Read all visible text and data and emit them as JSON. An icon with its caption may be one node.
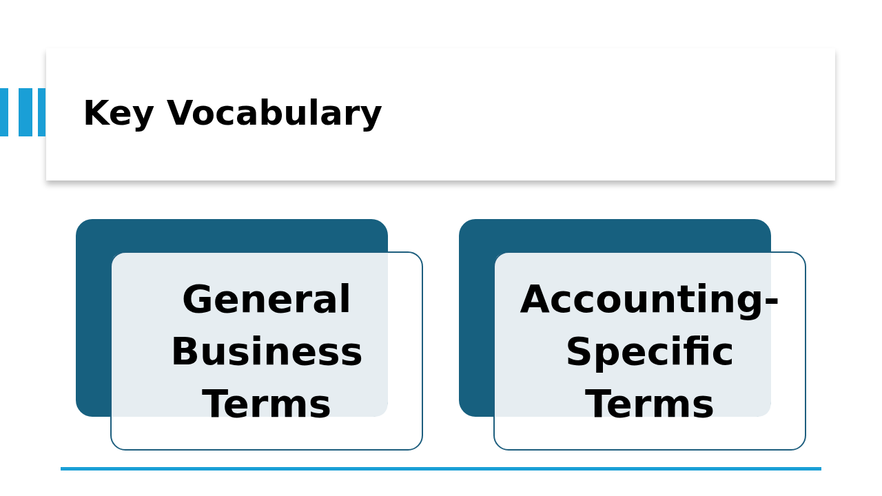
{
  "diagram": {
    "title": "Key Vocabulary",
    "nodes": [
      {
        "text": [
          "General Business Terms"
        ]
      },
      {
        "text": [
          "Accounting-Specific Terms"
        ]
      }
    ],
    "edges": []
  }
}
